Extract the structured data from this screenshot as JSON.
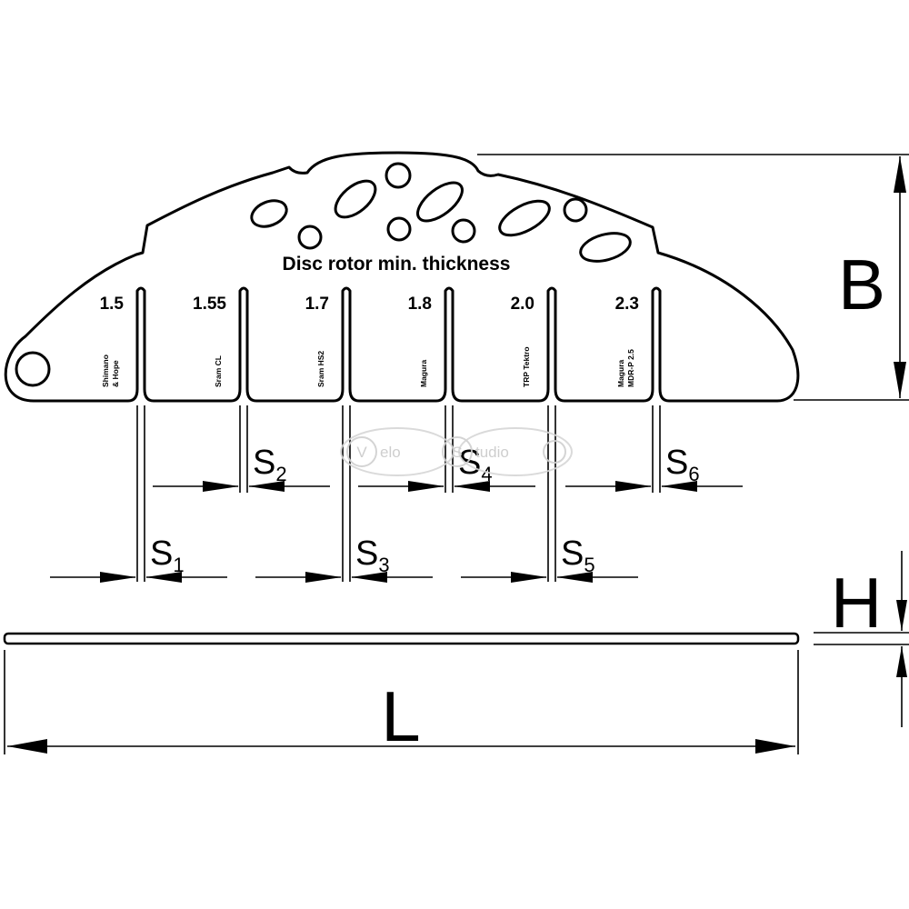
{
  "heading": "Disc rotor min. thickness",
  "gauges": [
    {
      "value": "1.5",
      "brand_lines": [
        "Shimano",
        "& Hope"
      ]
    },
    {
      "value": "1.55",
      "brand_lines": [
        "Sram CL"
      ]
    },
    {
      "value": "1.7",
      "brand_lines": [
        "Sram HS2"
      ]
    },
    {
      "value": "1.8",
      "brand_lines": [
        "Magura"
      ]
    },
    {
      "value": "2.0",
      "brand_lines": [
        "TRP Tektro"
      ]
    },
    {
      "value": "2.3",
      "brand_lines": [
        "Magura",
        "MDR-P 2.5"
      ]
    }
  ],
  "dimensions": {
    "B": "B",
    "H": "H",
    "L": "L",
    "slots": [
      {
        "letter": "S",
        "index": "1"
      },
      {
        "letter": "S",
        "index": "2"
      },
      {
        "letter": "S",
        "index": "3"
      },
      {
        "letter": "S",
        "index": "4"
      },
      {
        "letter": "S",
        "index": "5"
      },
      {
        "letter": "S",
        "index": "6"
      }
    ]
  },
  "watermark": {
    "left_badge": "V",
    "left_word": "elo",
    "right_badge": "S",
    "right_word": "tudio"
  },
  "colors": {
    "line": "#000000",
    "background": "#ffffff",
    "watermark": "#c9c9c9"
  }
}
